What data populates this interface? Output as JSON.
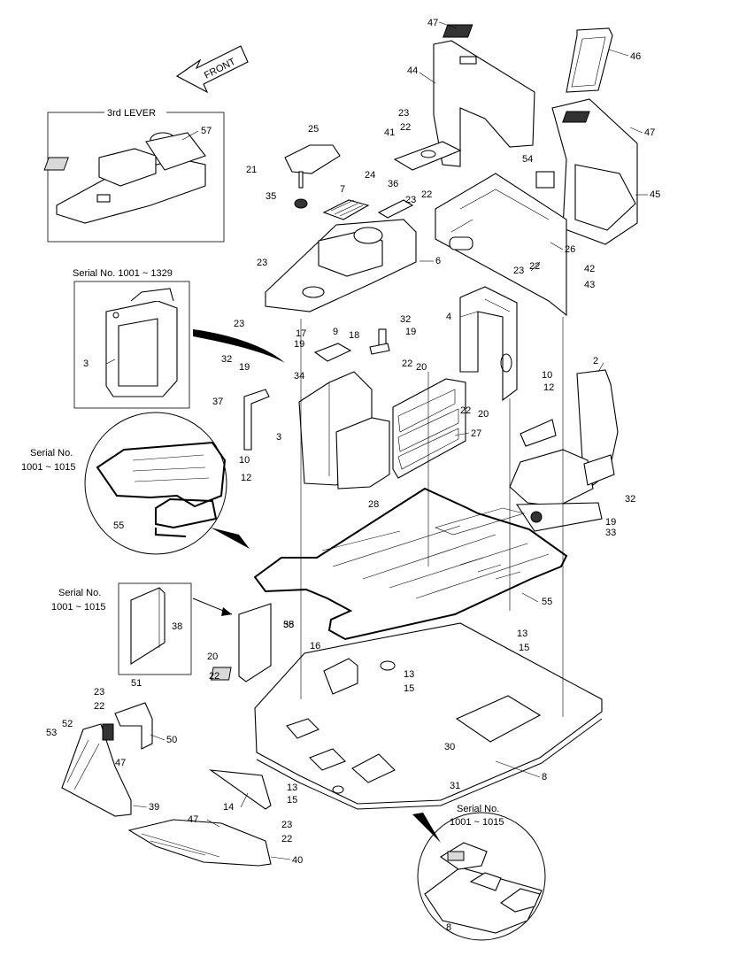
{
  "front_label": "FRONT",
  "insets": [
    {
      "title": "3rd LEVER"
    },
    {
      "title": "Serial No. 1001 ~ 1329"
    },
    {
      "title_line1": "Serial No.",
      "title_line2": "1001 ~ 1015"
    },
    {
      "title_line1": "Serial No.",
      "title_line2": "1001 ~ 1015"
    },
    {
      "title_line1": "Serial No.",
      "title_line2": "1001 ~ 1015"
    }
  ],
  "callouts": [
    "47",
    "44",
    "46",
    "57",
    "23",
    "22",
    "41",
    "47",
    "25",
    "21",
    "54",
    "24",
    "45",
    "36",
    "23",
    "22",
    "7",
    "35",
    "26",
    "23",
    "6",
    "23",
    "22",
    "42",
    "43",
    "4",
    "23",
    "32",
    "9",
    "17",
    "19",
    "18",
    "19",
    "3",
    "32",
    "19",
    "22",
    "20",
    "34",
    "10",
    "12",
    "2",
    "37",
    "22",
    "20",
    "27",
    "3",
    "10",
    "12",
    "28",
    "55",
    "32",
    "19",
    "33",
    "55",
    "38",
    "55",
    "20",
    "22",
    "38",
    "16",
    "13",
    "15",
    "13",
    "15",
    "51",
    "23",
    "22",
    "52",
    "53",
    "50",
    "47",
    "30",
    "31",
    "8",
    "13",
    "15",
    "39",
    "14",
    "23",
    "22",
    "47",
    "40",
    "8"
  ]
}
